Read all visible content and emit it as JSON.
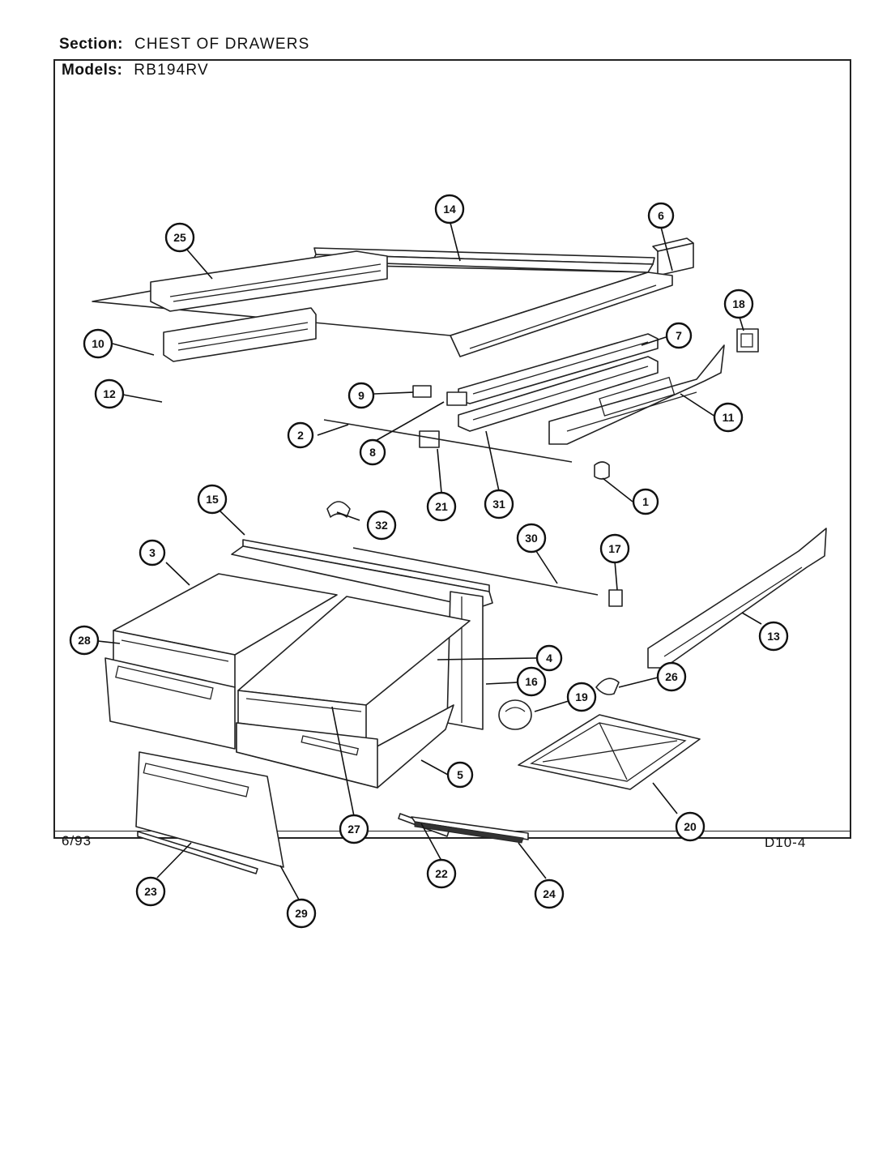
{
  "header": {
    "section_label": "Section:",
    "section_value": "CHEST OF DRAWERS",
    "models_label": "Models:",
    "models_value": "RB194RV"
  },
  "footer": {
    "date": "6/93",
    "page_code": "D10-4"
  },
  "callouts": [
    "1",
    "2",
    "3",
    "4",
    "5",
    "6",
    "7",
    "8",
    "9",
    "10",
    "11",
    "12",
    "13",
    "14",
    "15",
    "16",
    "17",
    "18",
    "19",
    "20",
    "21",
    "22",
    "23",
    "24",
    "25",
    "26",
    "27",
    "28",
    "29",
    "30",
    "31",
    "32"
  ]
}
